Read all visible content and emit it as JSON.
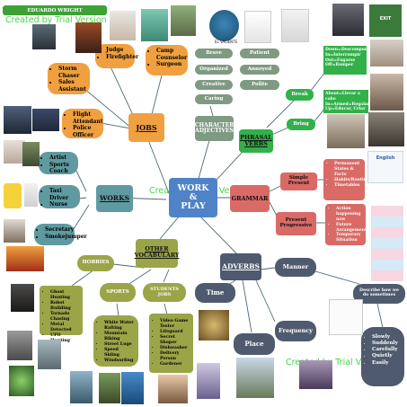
{
  "header": {
    "author": "EDUARDO WRIGHT"
  },
  "watermark": {
    "text": "Created by Trial Version"
  },
  "center": {
    "line1": "WORK",
    "line2": "&",
    "line3": "PLAY"
  },
  "jobs": {
    "label": "JOBS",
    "judge": {
      "items": [
        "Judge",
        "Firefighter"
      ]
    },
    "camp": {
      "items": [
        "Camp Counselor",
        "Surgeon"
      ]
    },
    "storm": {
      "items": [
        "Storm Chaser",
        "Sales Assistant"
      ]
    },
    "flight": {
      "items": [
        "Flight Attendant",
        "Police Officer"
      ]
    }
  },
  "adjectives": {
    "label_line1": "CHARACTER",
    "label_line2": "ADJECTIVES",
    "items": [
      "Brave",
      "Patient",
      "Organized",
      "Annoyed",
      "Creative",
      "Polite",
      "Caring"
    ]
  },
  "phrasal": {
    "label_line1": "PHRASAL",
    "label_line2": "VERBS",
    "break": {
      "label": "Break",
      "items": [
        "Down=Descompone",
        "In=Interrumpir",
        "Out=Fugarse",
        "Off=Romper"
      ]
    },
    "bring": {
      "label": "Bring",
      "items": [
        "About=Llevar a cabo",
        "In=Armed=Regalar",
        "Up=Educar, Criar"
      ]
    }
  },
  "grammar": {
    "label": "GRAMMAR",
    "simple": {
      "label": "Simple Present",
      "items": [
        "Permanent States & Facts",
        "Habits/Routines",
        "Timetables"
      ]
    },
    "progressive": {
      "label_line1": "Present",
      "label_line2": "Progressive",
      "items": [
        "Action happening now",
        "Future Arrangements",
        "Temporary Situation"
      ]
    }
  },
  "works": {
    "label": "WORKS",
    "artist": {
      "items": [
        "Artist",
        "Sports Coach"
      ]
    },
    "taxi": {
      "items": [
        "Taxi Driver",
        "Nurse"
      ]
    },
    "secretary": {
      "items": [
        "Secretary",
        "Smokejumper"
      ]
    }
  },
  "other": {
    "label_line1": "OTHER",
    "label_line2": "VOCABULARY",
    "hobbies": {
      "label": "HOBBIES",
      "items": [
        "Ghost Hunting",
        "Robot Building",
        "Tornado Chasing",
        "Metal Detected",
        "UFO Hunting"
      ]
    },
    "sports": {
      "label": "SPORTS",
      "items": [
        "White Water Rafting",
        "Mountain Biking",
        "Street Luge",
        "Speed Skiing",
        "Windsurfing"
      ]
    },
    "student": {
      "label": "STUDENTS JOBS",
      "items": [
        "Video Game Tester",
        "Lifeguard",
        "Secret Shoper",
        "Dishwasher",
        "Delivery Person",
        "Gardener"
      ]
    }
  },
  "adverbs": {
    "label": "ADVERBS",
    "manner": "Manner",
    "time": "Time",
    "place": "Place",
    "frequency": "Frequency",
    "describe": {
      "line1": "Describe how we",
      "line2": "do sometimes"
    },
    "items": [
      "Slowly",
      "Suddenly",
      "Carefully",
      "Quietly",
      "Easily"
    ]
  },
  "pictures": {
    "valiente_caption": "EL VALIENTE",
    "exit_sign": "EXIT",
    "english_sign": "English"
  },
  "colors": {
    "jobs": "#f0a040",
    "adjectives": "#7f9a82",
    "phrasal": "#33b04a",
    "grammar": "#d96a66",
    "works": "#5f9aa0",
    "center": "#4f83c8",
    "other": "#9aa548",
    "adverbs": "#4f5a6e",
    "link": "#4f6a78"
  }
}
